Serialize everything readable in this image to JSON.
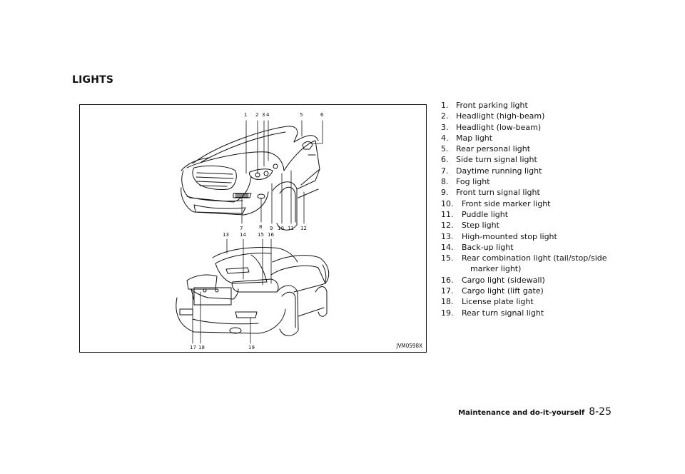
{
  "section": {
    "title": "LIGHTS"
  },
  "figure": {
    "code": "JVM0598X",
    "callouts_front_top": [
      "1",
      "2",
      "3",
      "4",
      "5",
      "6"
    ],
    "callouts_front_bottom": [
      "7",
      "8",
      "9",
      "10",
      "11",
      "12"
    ],
    "callouts_rear_top": [
      "13",
      "14",
      "15",
      "16"
    ],
    "callouts_rear_bottom": [
      "17",
      "18",
      "19"
    ]
  },
  "legend": [
    {
      "num": "1.",
      "text": "Front parking light"
    },
    {
      "num": "2.",
      "text": "Headlight (high-beam)"
    },
    {
      "num": "3.",
      "text": "Headlight (low-beam)"
    },
    {
      "num": "4.",
      "text": "Map light"
    },
    {
      "num": "5.",
      "text": "Rear personal light"
    },
    {
      "num": "6.",
      "text": "Side turn signal light"
    },
    {
      "num": "7.",
      "text": "Daytime running light"
    },
    {
      "num": "8.",
      "text": "Fog light"
    },
    {
      "num": "9.",
      "text": "Front turn signal light"
    },
    {
      "num": "10.",
      "text": "Front side marker light"
    },
    {
      "num": "11.",
      "text": "Puddle light"
    },
    {
      "num": "12.",
      "text": "Step light"
    },
    {
      "num": "13.",
      "text": "High-mounted stop light"
    },
    {
      "num": "14.",
      "text": "Back-up light"
    },
    {
      "num": "15.",
      "text": "Rear combination light (tail/stop/side"
    },
    {
      "num": "",
      "text": "marker light)"
    },
    {
      "num": "16.",
      "text": "Cargo light (sidewall)"
    },
    {
      "num": "17.",
      "text": "Cargo light (lift gate)"
    },
    {
      "num": "18.",
      "text": "License plate light"
    },
    {
      "num": "19.",
      "text": "Rear turn signal light"
    }
  ],
  "footer": {
    "section": "Maintenance and do-it-yourself",
    "page": "8-25"
  }
}
